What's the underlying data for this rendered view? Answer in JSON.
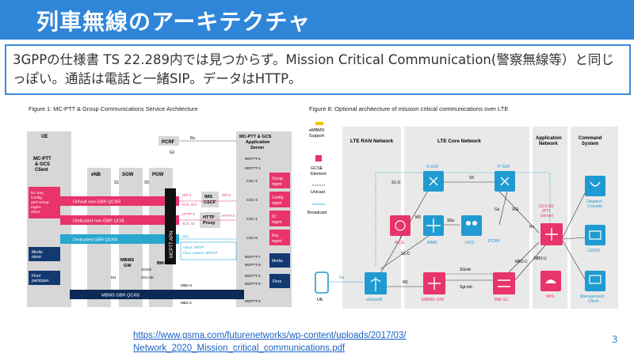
{
  "slide": {
    "title": "列車無線のアーキテクチャ",
    "note": "3GPPの仕様書 TS 22.289内では見つからず。Mission Critical Communication(警察無線等）と同じっぽい。通話は電話と一緒SIP。データはHTTP。",
    "link_line1": "https://www.gsma.com/futurenetworks/wp-content/uploads/2017/03/",
    "link_line2": "Network_2020_Mission_critical_communications.pdf",
    "page_number": "3"
  },
  "fig1": {
    "title": "Figure 1: MC-PTT & Group Communications Service Architecture",
    "ue": "UE",
    "client": [
      "MC-PTT",
      "& GCS",
      "Client"
    ],
    "id_box": [
      "ID, Key,",
      "Config",
      "and Group",
      "mgmt.",
      "client"
    ],
    "media_mixer": [
      "Media",
      "mixer"
    ],
    "floor_participant": [
      "Floor",
      "participan"
    ],
    "enb": "eNB",
    "sgw": "SGW",
    "pgw": "PGW",
    "pcrf": "PCRF",
    "s1": "S1",
    "s5": "S5",
    "rx": "Rx",
    "gx": "Gx",
    "ims": [
      "IMS",
      "CSCF"
    ],
    "http_proxy": [
      "HTTP",
      "Proxy"
    ],
    "mcptt_apn": "MCPTT APN",
    "bearer_default": "Default non-GBR QCI69",
    "bearer_dedicated": "Dedicated non-GBR QCI8",
    "bearer_gbr": "Dedicated GBR QCI65",
    "bearer_mbms": "MBMS GBR QCI65",
    "sip1": "SIP-1",
    "gci_gm": "GCI, Gm",
    "http1": "HTTP-1",
    "tls_ut": "TLS, Ut",
    "sgi": "SGi",
    "sip2": "SIP-2",
    "http2": "HTTP-2",
    "voice": "Voice: SRTP",
    "floor_control": "Floor control: SRTCP",
    "mbms_gw": [
      "MBMS",
      "GW"
    ],
    "bmsc": "BM-SC",
    "m1": "M1",
    "sgi_mb": "SGi-mb",
    "sgmb": "SGmb",
    "mb2u": "MB2-U",
    "mb2c": "MB2-C",
    "server": [
      "MC-PTT & GCS",
      "Application",
      "Server"
    ],
    "interfaces": [
      "MCPTT-5",
      "MCPTT-1",
      "CSC-2",
      "CSC-4",
      "CSC-1",
      "CSC-8",
      "MCPTT-7",
      "MCPTT-8",
      "MCPTT-4",
      "MCPTT-9",
      "MCPTT-6"
    ],
    "group_mgmt": [
      "Group",
      "mgmt"
    ],
    "config_mgmt": [
      "Config",
      "mgmt"
    ],
    "id_mgmt": [
      "ID",
      "mgmt"
    ],
    "key_mgmt": [
      "Key",
      "mgmt"
    ],
    "media": "Media",
    "floor": "Floor"
  },
  "fig8": {
    "title": "Figure 8: Optional architecture of mission critical communications over LTE",
    "legend_embms": [
      "eMBMS",
      "Support"
    ],
    "legend_gcse": [
      "GCSE",
      "Element"
    ],
    "legend_unicast": "Unicast",
    "legend_broadcast": "Broadcast",
    "ran_header": "LTE RAN Network",
    "core_header": "LTE Core Network",
    "app_header": [
      "Application",
      "Network"
    ],
    "cmd_header": [
      "Command",
      "System"
    ],
    "sgw": "S-GW",
    "pgw": "P-GW",
    "mce": "MCE",
    "mme": "MME",
    "hss": "HSS",
    "pcrf": "PCRF",
    "gcs_as": [
      "GCS AS",
      "(PTT",
      "Server)"
    ],
    "dispatch": [
      "Dispatch",
      "Console"
    ],
    "u2000": "U2000",
    "mgmt_client": [
      "Management",
      "Client"
    ],
    "ims": "IMS",
    "enodeb": "eNodeB",
    "mbms_gw": "MBMS-GW",
    "bmsc": "BM-SC",
    "ue": "UE",
    "uu": "Uu",
    "m1": "M1",
    "m3": "M3",
    "s1u": "S1-U",
    "s5": "S5",
    "s1c": "S1-C",
    "s6a": "S6a",
    "gx": "Gx",
    "sgi": "SGi",
    "rx": "Rx",
    "sgmb": "SGmb",
    "sgimb": "Sgi-mb",
    "mb2c": "MB2-C",
    "mb2u": "MB2-U"
  },
  "colors": {
    "title_blue": "#2f86d9",
    "pink": "#e8336b",
    "navy": "#0d2a57",
    "teal": "#28a7cf",
    "gray_band": "#d7d7d7"
  }
}
